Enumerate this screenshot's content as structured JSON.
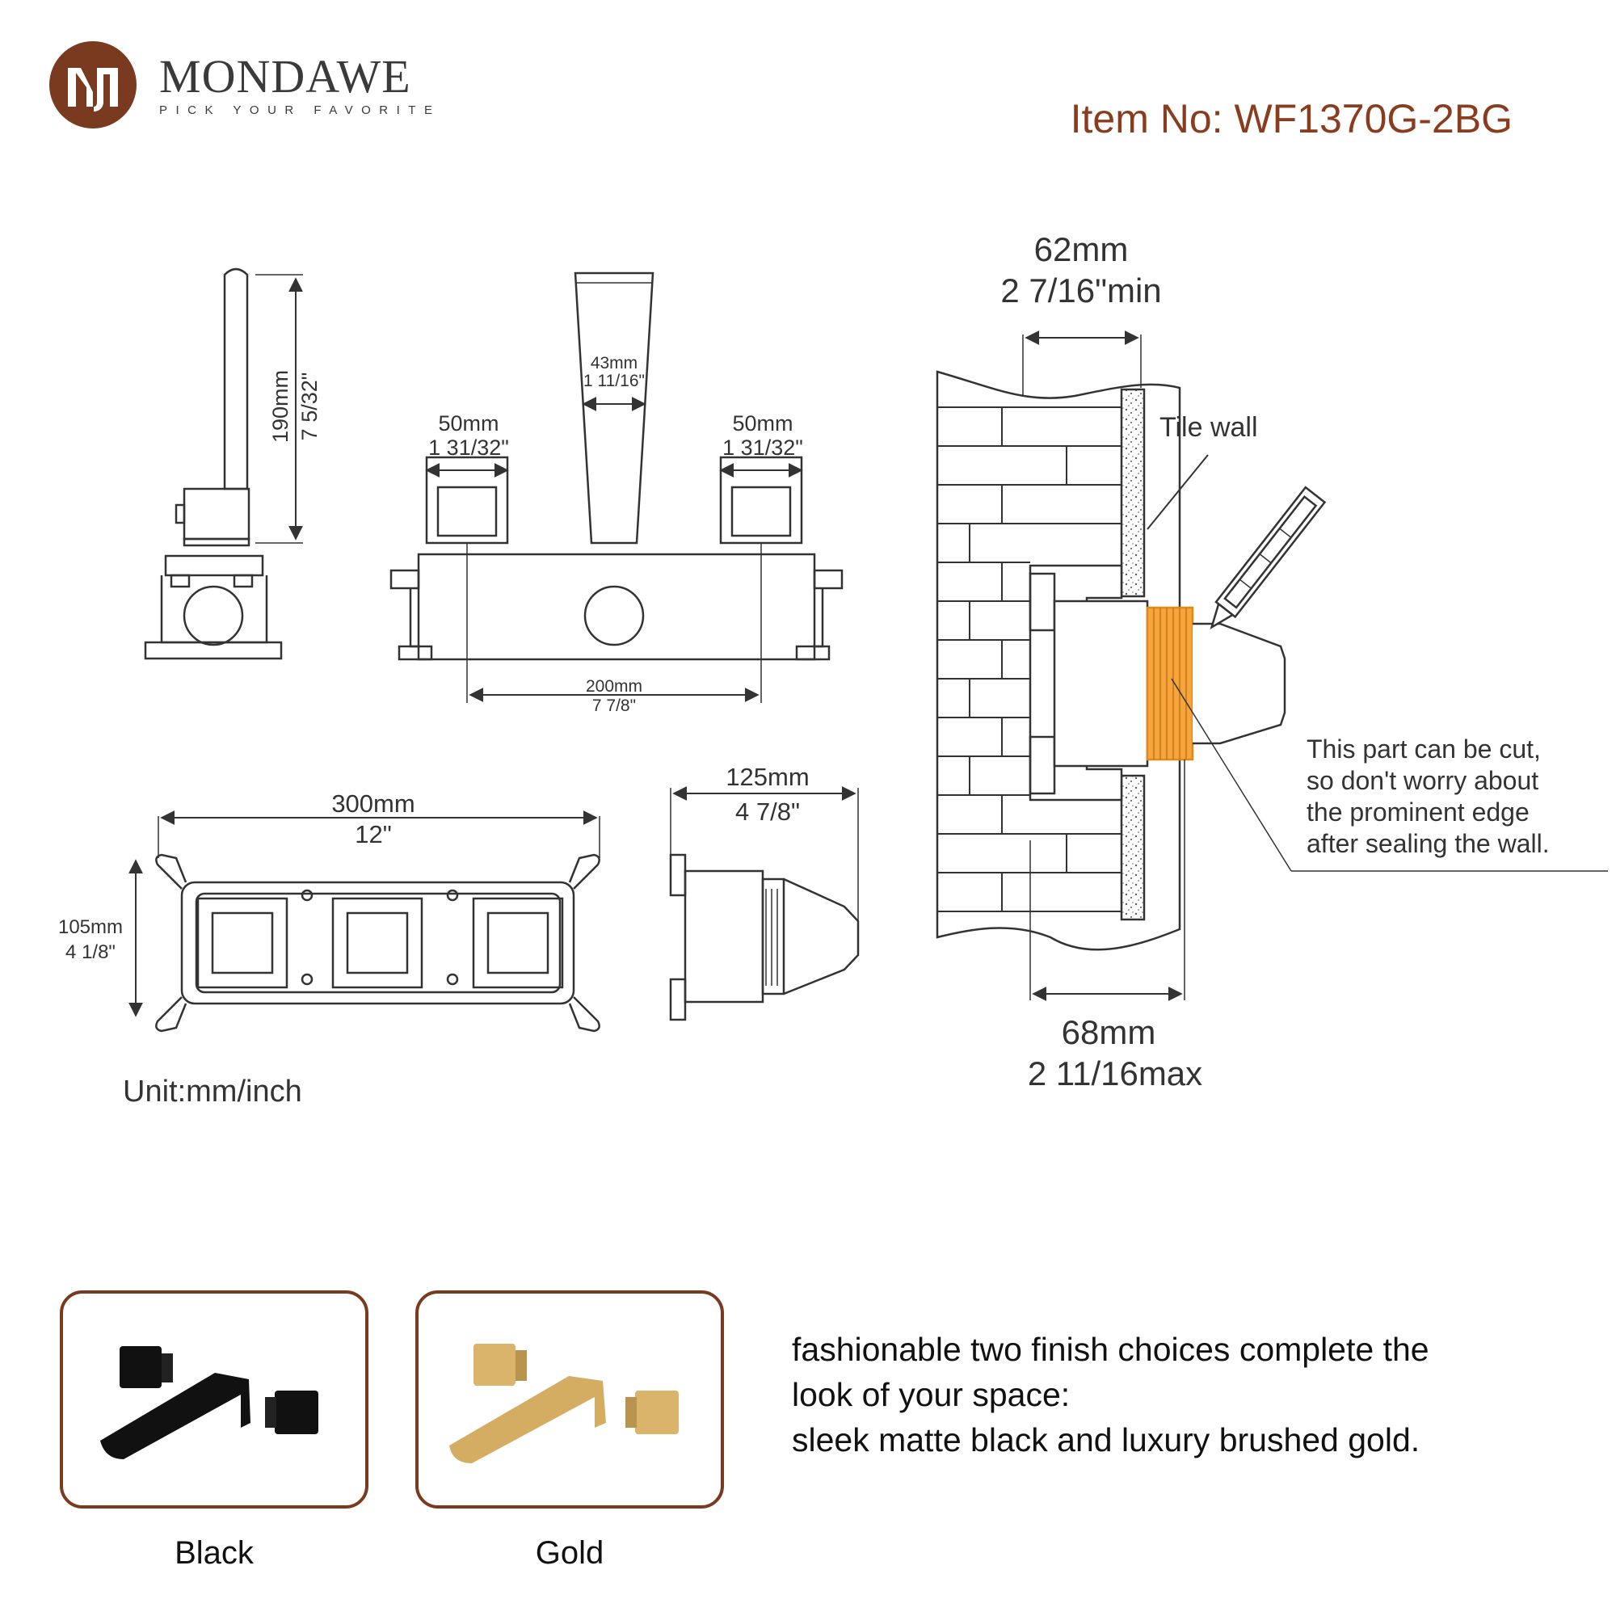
{
  "brand": {
    "name": "MONDAWE",
    "tagline": "PICK YOUR FAVORITE",
    "colors": {
      "accent": "#7a3a1f",
      "item_text": "#8a3c1e"
    }
  },
  "item_number": "Item No: WF1370G-2BG",
  "dimensions": {
    "front_height_mm": "190mm",
    "front_height_in": "7 5/32\"",
    "spout_width_mm": "43mm",
    "spout_width_in": "1 11/16\"",
    "left_handle_mm": "50mm",
    "left_handle_in": "1 31/32\"",
    "right_handle_mm": "50mm",
    "right_handle_in": "1 31/32\"",
    "center_spacing_mm": "200mm",
    "center_spacing_in": "7 7/8\"",
    "box_length_mm": "300mm",
    "box_length_in": "12\"",
    "box_height_mm": "105mm",
    "box_height_in": "4 1/8\"",
    "box_depth_mm": "125mm",
    "box_depth_in": "4 7/8\"",
    "wall_min_mm": "62mm",
    "wall_min_in": "2 7/16\"min",
    "wall_max_mm": "68mm",
    "wall_max_in": "2 11/16max"
  },
  "labels": {
    "tile_wall": "Tile wall",
    "cut_note": [
      "This part can be cut,",
      "so don't worry about",
      "the prominent edge",
      "after sealing the wall."
    ],
    "unit": "Unit:mm/inch"
  },
  "finishes": {
    "description": [
      "fashionable two finish choices complete the",
      "look of your space:",
      "sleek matte black and luxury brushed gold."
    ],
    "options": [
      {
        "label": "Black",
        "color": "#111111"
      },
      {
        "label": "Gold",
        "color": "#d9b46a"
      }
    ]
  }
}
